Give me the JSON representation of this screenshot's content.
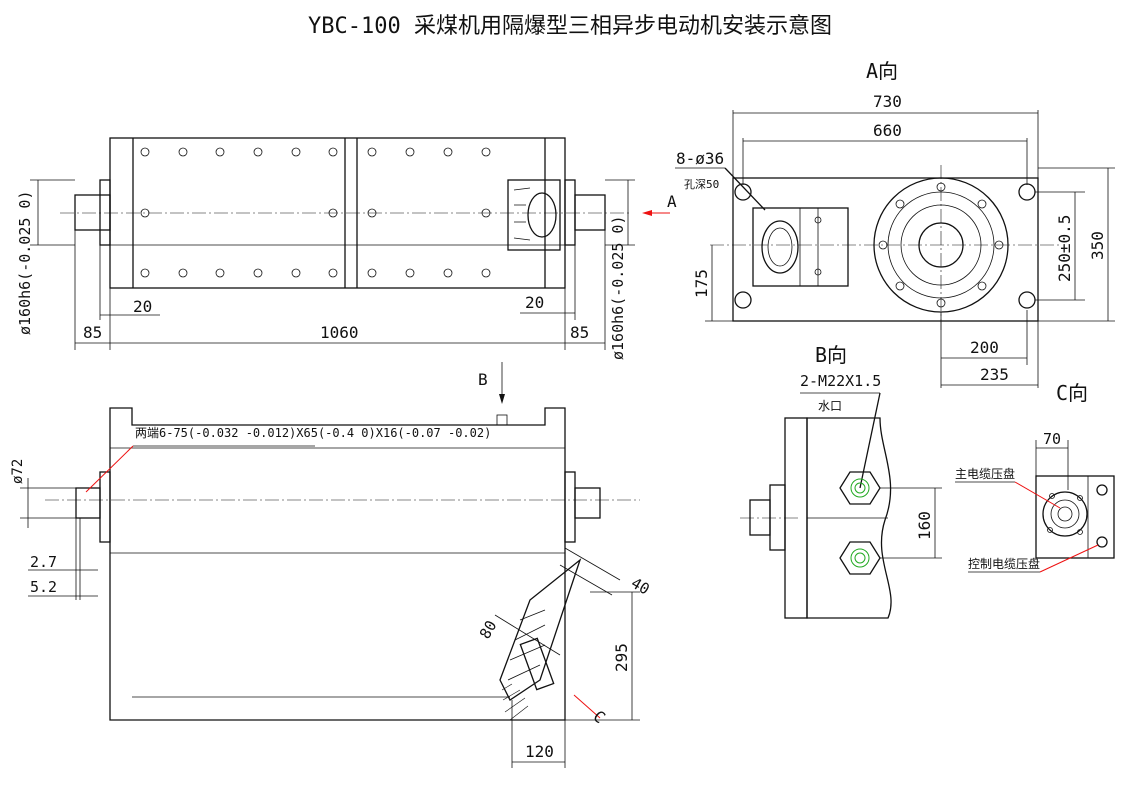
{
  "title": "YBC-100 采煤机用隔爆型三相异步电动机安装示意图",
  "views": {
    "a": "A向",
    "b": "B向",
    "c": "C向"
  },
  "arrows": {
    "a": "A",
    "b": "B",
    "c": "C"
  },
  "front_view": {
    "shaft_left": "ø160h6(-0.025 0)",
    "shaft_right": "ø160h6(-0.025 0)",
    "dim_20_left": "20",
    "dim_20_right": "20",
    "dim_85_left": "85",
    "dim_85_right": "85",
    "dim_1060": "1060"
  },
  "a_view": {
    "dim_730": "730",
    "dim_660": "660",
    "holes": "8-ø36",
    "hole_depth": "孔深50",
    "dim_250": "250±0.5",
    "dim_350": "350",
    "dim_175": "175",
    "dim_200": "200",
    "dim_235": "235"
  },
  "side_view": {
    "key_note": "两端6-75(-0.032 -0.012)X65(-0.4 0)X16(-0.07 -0.02)",
    "dim_72": "ø72",
    "dim_2_7": "2.7",
    "dim_5_2": "5.2",
    "dim_40": "40",
    "dim_80": "80",
    "dim_295": "295",
    "dim_120": "120"
  },
  "b_view": {
    "thread": "2-M22X1.5",
    "water": "水口",
    "dim_160": "160"
  },
  "c_view": {
    "dim_70": "70",
    "main_cable": "主电缆压盘",
    "control_cable": "控制电缆压盘"
  }
}
